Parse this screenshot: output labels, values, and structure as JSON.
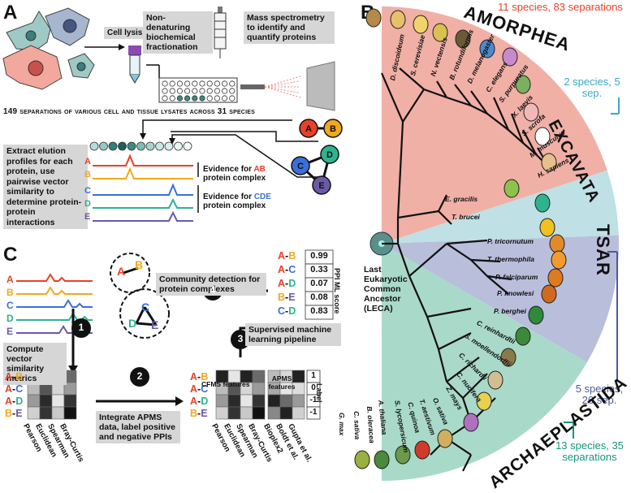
{
  "panels": {
    "a": "A",
    "b": "B",
    "c": "C"
  },
  "panel_a": {
    "cell_lysis": "Cell lysis",
    "fractionation": "Non-denaturing biochemical fractionation",
    "mass_spec": "Mass spectrometry to identify and quantify proteins",
    "separations_banner": "149 separations of various cell and tissue lysates across 31 species",
    "extract_text": "Extract elution profiles for each protein, use pairwise vector similarity to determine protein-protein interactions",
    "evidence_ab_prefix": "Evidence for ",
    "evidence_ab_highlight": "AB",
    "evidence_ab_suffix": "protein complex",
    "evidence_cde_prefix": "Evidence for ",
    "evidence_cde_highlight": "CDE",
    "evidence_cde_suffix": "protein complex",
    "profile_labels": [
      "A",
      "B",
      "C",
      "D",
      "E"
    ],
    "node_labels": [
      "A",
      "B",
      "C",
      "D",
      "E"
    ]
  },
  "panel_c": {
    "profile_labels": [
      "A",
      "B",
      "C",
      "D",
      "E"
    ],
    "compute_text": "Compute vector similarity metrics",
    "integrate_text": "Integrate APMS data, label positive and negative PPIs",
    "community_text": "Community detection for protein complexes",
    "supervised_text": "Supervised machine learning pipeline",
    "step_numbers": [
      "1",
      "2",
      "3",
      "4"
    ],
    "pair_labels": [
      "A-B",
      "A-C",
      "A-D",
      "B-E"
    ],
    "pair_labels_right": [
      "A-B",
      "A-C",
      "A-D",
      "B-E"
    ],
    "metric_labels": [
      "Pearson",
      "Euclidean",
      "Spearman",
      "Bray-Curtis"
    ],
    "cfms_header": "CFMS features",
    "apms_header": "APMS features",
    "feature_labels": [
      "Pearson",
      "Euclidean",
      "Spearman",
      "Bray-Curtis",
      "Bioplex2",
      "Boldt et al.",
      "Gupta et al."
    ],
    "label_header": "Label",
    "labels": [
      "1",
      "0",
      "-1",
      "-1"
    ],
    "score_header": "PPI ML score",
    "score_pairs": [
      "A-B",
      "A-C",
      "A-D",
      "B-E",
      "C-D"
    ],
    "scores": [
      "0.99",
      "0.33",
      "0.07",
      "0.08",
      "0.83"
    ],
    "complex_nodes": [
      "A",
      "B",
      "C",
      "D",
      "E"
    ]
  },
  "panel_b": {
    "clades": {
      "amorphea": "AMORPHEA",
      "excavata": "EXCAVATA",
      "tsar": "TSAR",
      "archaeplastida": "ARCHAEPLASTIDA"
    },
    "counts": {
      "amorphea": "11 species, 83 separations",
      "excavata": "2 species, 5 sep.",
      "tsar": "5 species, 26 sep.",
      "archaeplastida": "13 species, 35 separations"
    },
    "leca": "Last Eukaryotic Common Ancestor (LECA)",
    "amorphea_species": [
      "D. discoideum",
      "S. cerevisiae",
      "N. vectensis",
      "B. rotundiformis",
      "D. melanogaster",
      "C. elegans",
      "S. purpuratus",
      "X. laevis",
      "S. scrofa",
      "M. musculus",
      "H. sapiens"
    ],
    "excavata_species": [
      "E. gracilis",
      "T. brucei"
    ],
    "tsar_species": [
      "P. tricornutum",
      "T. thermophila",
      "P. falciparum",
      "P. knowlesi",
      "P. berghei"
    ],
    "archaeplastida_species": [
      "C. reinhardtii",
      "S. moellendorffii",
      "C. richardii",
      "C. nucifera",
      "Z. mays",
      "O. sativa",
      "T. aestivum",
      "C. quinoa",
      "S. lycopersicum",
      "A. thaliana",
      "B. oleracea",
      "C. sativa",
      "G. max"
    ]
  },
  "colors": {
    "A": "#e8402a",
    "B": "#f2a81d",
    "C": "#3a6fd8",
    "D": "#2fb38f",
    "E": "#6a5aa8",
    "amorphea_bg": "#f0b0a6",
    "excavata_bg": "#bfe0e4",
    "tsar_bg": "#b9bedb",
    "archaeplastida_bg": "#a9d9c9",
    "amorphea_text": "#e8402a",
    "excavata_text": "#3aa8c8",
    "tsar_text": "#4b5a9a",
    "archaeplastida_text": "#13967a"
  }
}
